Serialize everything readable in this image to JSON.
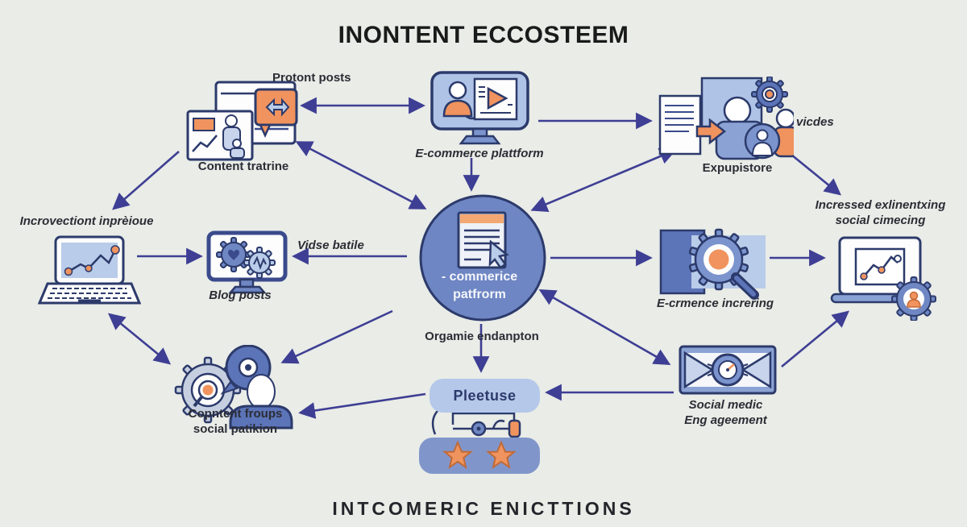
{
  "title": "INONTENT ECCOSTEEM",
  "footer": "INTCOMERIC ENICTTIONS",
  "colors": {
    "background": "#e9ece7",
    "arrow": "#3e3e94",
    "outline": "#2c3a6b",
    "accent_orange": "#f0935e",
    "center_circle": "#6e86c3",
    "light_blue": "#b5c8e9",
    "mid_blue": "#7b94cd",
    "deep_blue": "#5c74b8"
  },
  "center": {
    "line1": "- commerice",
    "line2": "patfrorm",
    "icon": "document-cursor-icon"
  },
  "labels": {
    "protont_posts": "Protont posts",
    "content_tratrine": "Content tratrine",
    "ecommerce_platform": "E-commerce plattform",
    "vicdes": "vicdes",
    "expupistore": "Expupistore",
    "incrovectiont": "Incrovectiont inprèioue",
    "vidse_batile": "Vidse batile",
    "blog_posts": "Blog posts",
    "ecrmence": "E-crmence increring",
    "incressed_line1": "Incressed exlinentxing",
    "incressed_line2": "social cimecing",
    "copntent_line1": "Copntent froups",
    "copntent_line2": "social patikion",
    "orgamie": "Orgamie endanpton",
    "fleetuse": "Pleetuse",
    "social_line1": "Social medic",
    "social_line2": "Eng ageement"
  },
  "icons": [
    "content-cards-icon",
    "ecommerce-monitor-icon",
    "expupistore-people-icon",
    "laptop-chart-icon",
    "blog-gears-monitor-icon",
    "center-document-icon",
    "gear-magnifier-icon",
    "laptop-gear-user-icon",
    "persona-gear-icon",
    "flow-doodle-icon",
    "stars-icon",
    "envelope-target-icon"
  ]
}
